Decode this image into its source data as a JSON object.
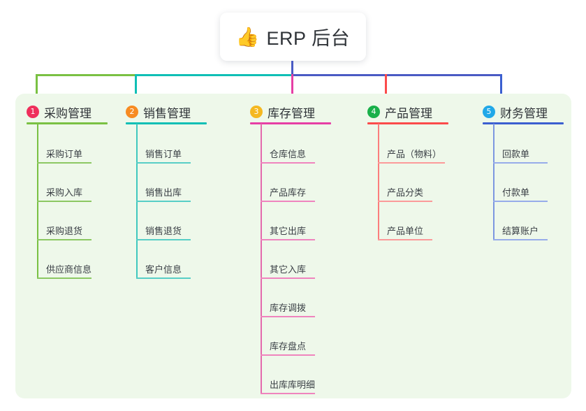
{
  "diagram": {
    "type": "mindmap",
    "root": {
      "icon": "thumbs-up-icon",
      "emoji": "👍",
      "title": "ERP 后台"
    },
    "canvas_color": "#eef8ea",
    "branches": [
      {
        "index": "1",
        "title": "采购管理",
        "color": "#7ac143",
        "badge_color": "#ef2f5b",
        "items": [
          {
            "label": "采购订单"
          },
          {
            "label": "采购入库"
          },
          {
            "label": "采购退货"
          },
          {
            "label": "供应商信息"
          }
        ]
      },
      {
        "index": "2",
        "title": "销售管理",
        "color": "#0fbfb5",
        "badge_color": "#f78b22",
        "items": [
          {
            "label": "销售订单"
          },
          {
            "label": "销售出库"
          },
          {
            "label": "销售退货"
          },
          {
            "label": "客户信息"
          }
        ]
      },
      {
        "index": "3",
        "title": "库存管理",
        "color": "#e63fa5",
        "badge_color": "#f5b820",
        "items": [
          {
            "label": "仓库信息"
          },
          {
            "label": "产品库存"
          },
          {
            "label": "其它出库"
          },
          {
            "label": "其它入库"
          },
          {
            "label": "库存调拨"
          },
          {
            "label": "库存盘点"
          },
          {
            "label": "出库库明细"
          }
        ]
      },
      {
        "index": "4",
        "title": "产品管理",
        "color": "#fb4b4b",
        "badge_color": "#19b04a",
        "items": [
          {
            "label": "产品（物料）"
          },
          {
            "label": "产品分类"
          },
          {
            "label": "产品单位"
          }
        ]
      },
      {
        "index": "5",
        "title": "财务管理",
        "color": "#3b5fd0",
        "badge_color": "#21a8e8",
        "items": [
          {
            "label": "回款单"
          },
          {
            "label": "付款单"
          },
          {
            "label": "结算账户"
          }
        ]
      }
    ],
    "connectors": {
      "trunk_color": "#4a5bc4",
      "bar_segments": [
        {
          "color": "#7ac143"
        },
        {
          "color": "#0fbfb5"
        },
        {
          "color": "#4a5bc4"
        }
      ]
    }
  }
}
